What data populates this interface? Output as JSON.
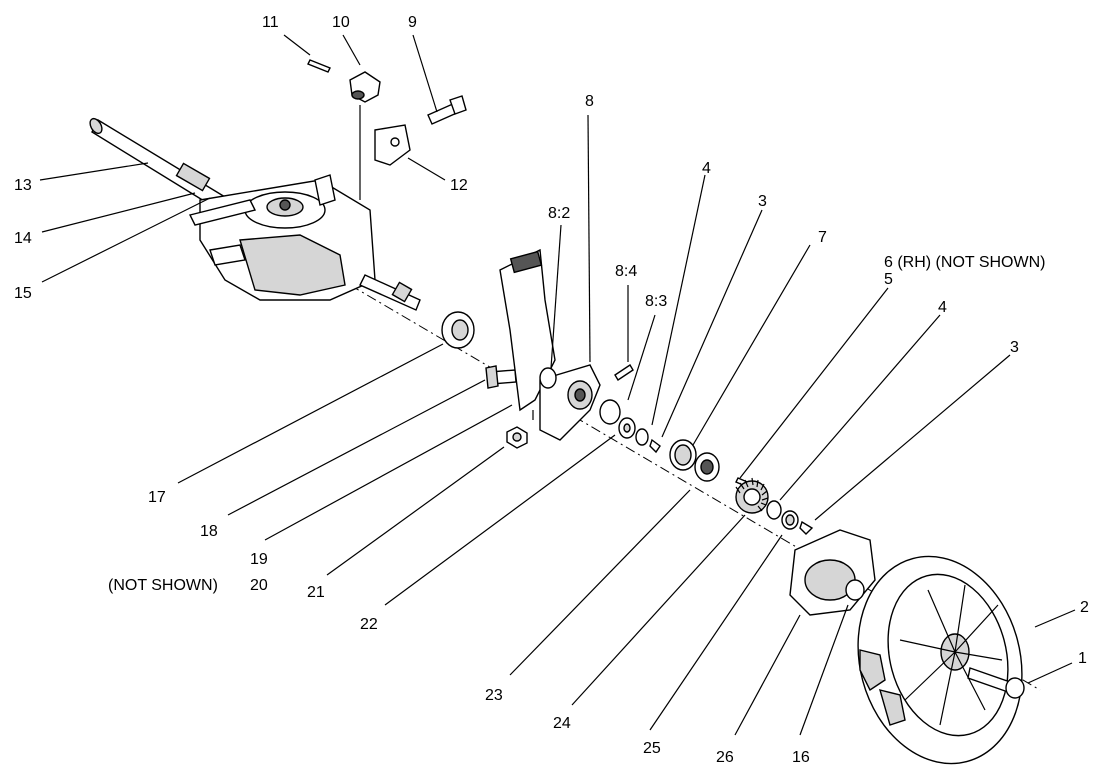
{
  "labels": {
    "l1": "1",
    "l2": "2",
    "l3a": "3",
    "l3b": "3",
    "l4a": "4",
    "l4b": "4",
    "l5": "5",
    "l6": "6  (RH) (NOT SHOWN)",
    "l7": "7",
    "l8": "8",
    "l8_2": "8:2",
    "l8_3": "8:3",
    "l8_4": "8:4",
    "l9": "9",
    "l10": "10",
    "l11": "11",
    "l12": "12",
    "l13": "13",
    "l14": "14",
    "l15": "15",
    "l16": "16",
    "l17": "17",
    "l18": "18",
    "l19": "19",
    "l20": "20",
    "l20_note": "(NOT SHOWN)",
    "l21": "21",
    "l22": "22",
    "l23": "23",
    "l24": "24",
    "l25": "25",
    "l26": "26"
  }
}
